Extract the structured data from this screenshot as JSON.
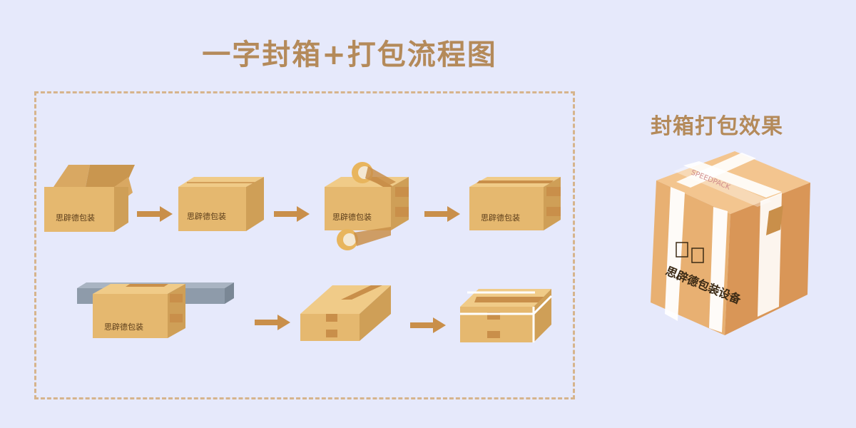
{
  "title": "一字封箱+打包流程图",
  "side_title": "封箱打包效果",
  "box_label": "思辟德包装",
  "tape_text": "SPEEDPACK",
  "effect_box_text": "思辟德包装设备",
  "colors": {
    "background": "#e6e9fb",
    "title": "#b48a5a",
    "cardboard_front": "#e5b86f",
    "cardboard_side": "#cf9f57",
    "cardboard_top": "#f0cb88",
    "tape": "#c98f4a",
    "arrow": "#c98f4a",
    "strap": "#ffffff",
    "dashed_frame": "#d6b48c"
  }
}
